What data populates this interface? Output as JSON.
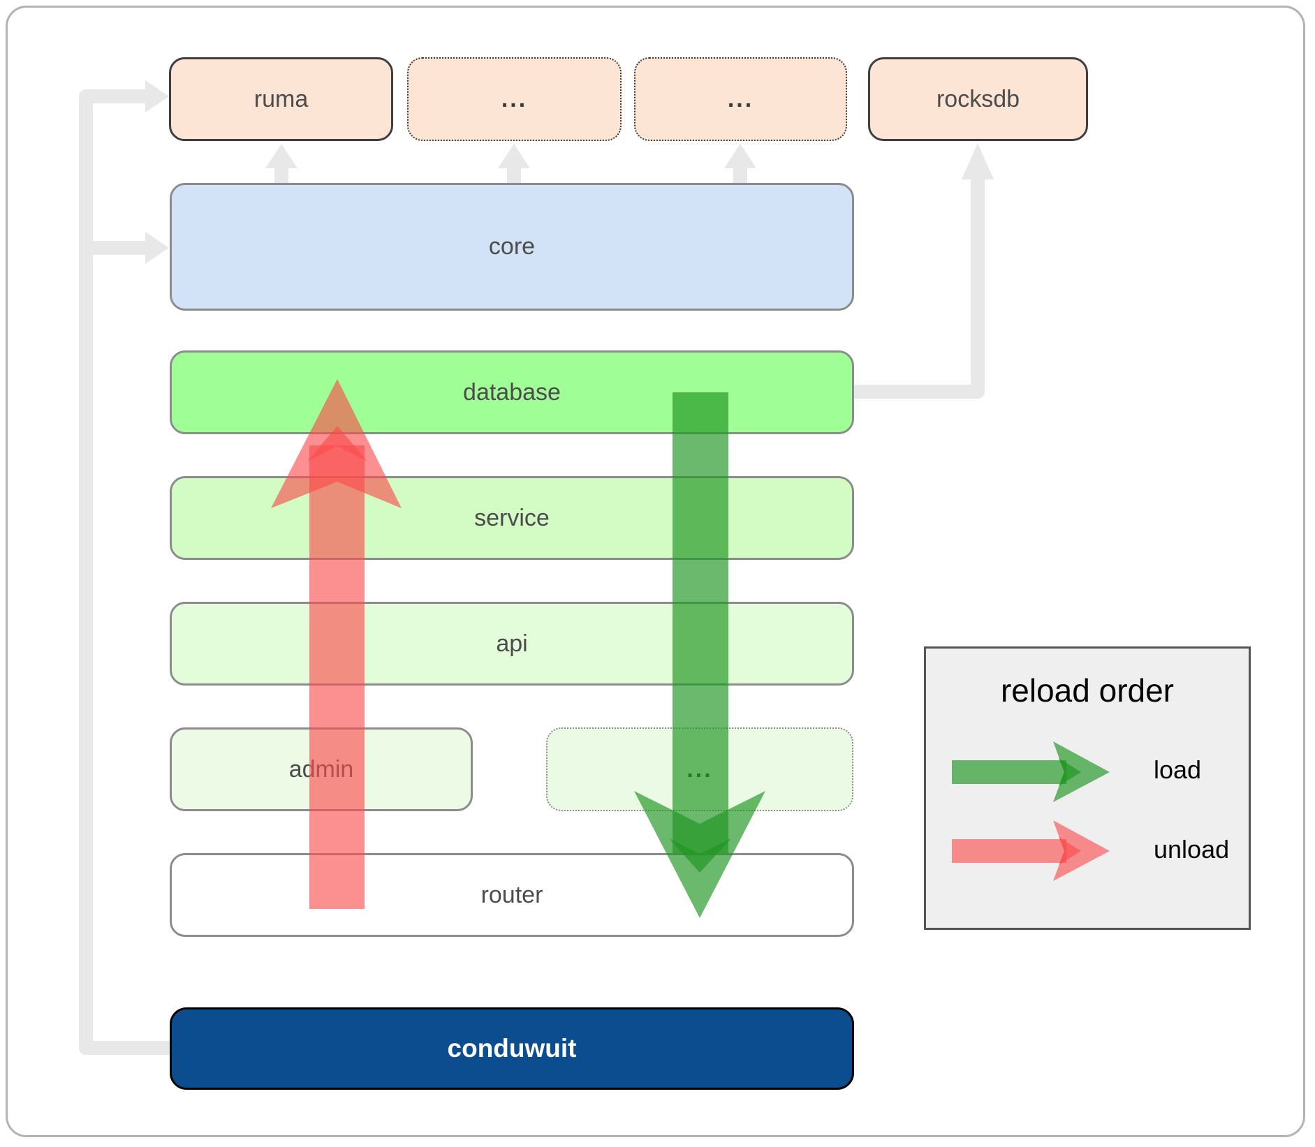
{
  "top_row": {
    "ruma": "ruma",
    "dots_a": "...",
    "dots_b": "...",
    "rocksdb": "rocksdb"
  },
  "stack": {
    "core": "core",
    "database": "database",
    "service": "service",
    "api": "api"
  },
  "admin_row": {
    "admin": "admin",
    "dots": "..."
  },
  "bottom": {
    "router": "router",
    "app": "conduwuit"
  },
  "legend": {
    "title": "reload order",
    "load": "load",
    "unload": "unload"
  },
  "colors": {
    "dependency_fill": "#fce5d4",
    "core_fill": "#d2e3f7",
    "database_fill": "#a0fe97",
    "service_fill": "#d2fcc4",
    "api_fill": "#e3fcd9",
    "admin_fill": "#ecfae6",
    "router_fill": "#ffffff",
    "conduwuit_fill": "#0b4d8f",
    "load_arrow_green": "#1e9420",
    "unload_arrow_red": "#fa4b4b",
    "connector_gray": "#e8e8e8",
    "legend_bg": "#efefef"
  }
}
